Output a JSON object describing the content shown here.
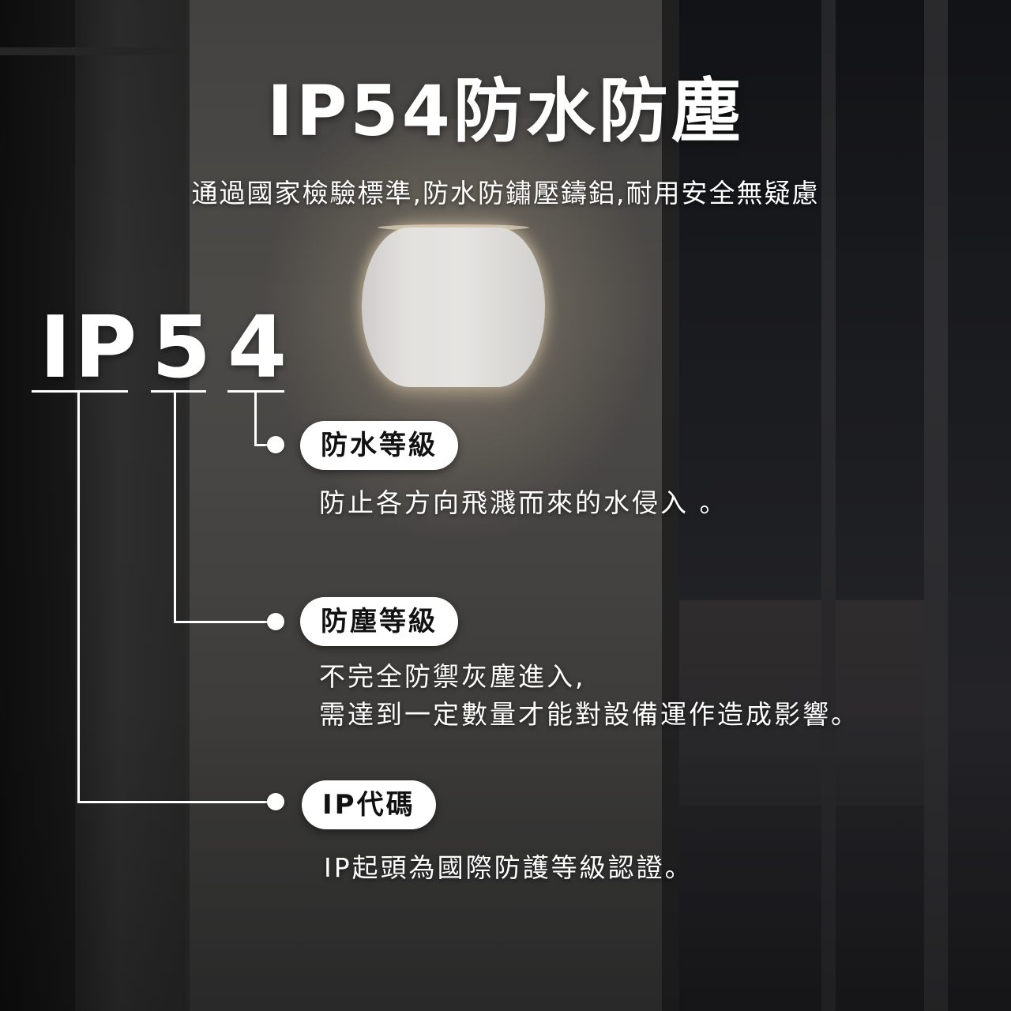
{
  "headline": "IP54防水防塵",
  "subline": "通過國家檢驗標準,防水防鏽壓鑄鋁,耐用安全無疑慮",
  "code": {
    "ip": "IP",
    "digit1": "5",
    "digit2": "4"
  },
  "sections": {
    "water": {
      "label": "防水等級",
      "desc": "防止各方向飛濺而來的水侵入 。"
    },
    "dust": {
      "label": "防塵等級",
      "desc_line1": "不完全防禦灰塵進入,",
      "desc_line2": "需達到一定數量才能對設備運作造成影響。"
    },
    "ip": {
      "label": "IP代碼",
      "desc": "IP起頭為國際防護等級認證。"
    }
  }
}
